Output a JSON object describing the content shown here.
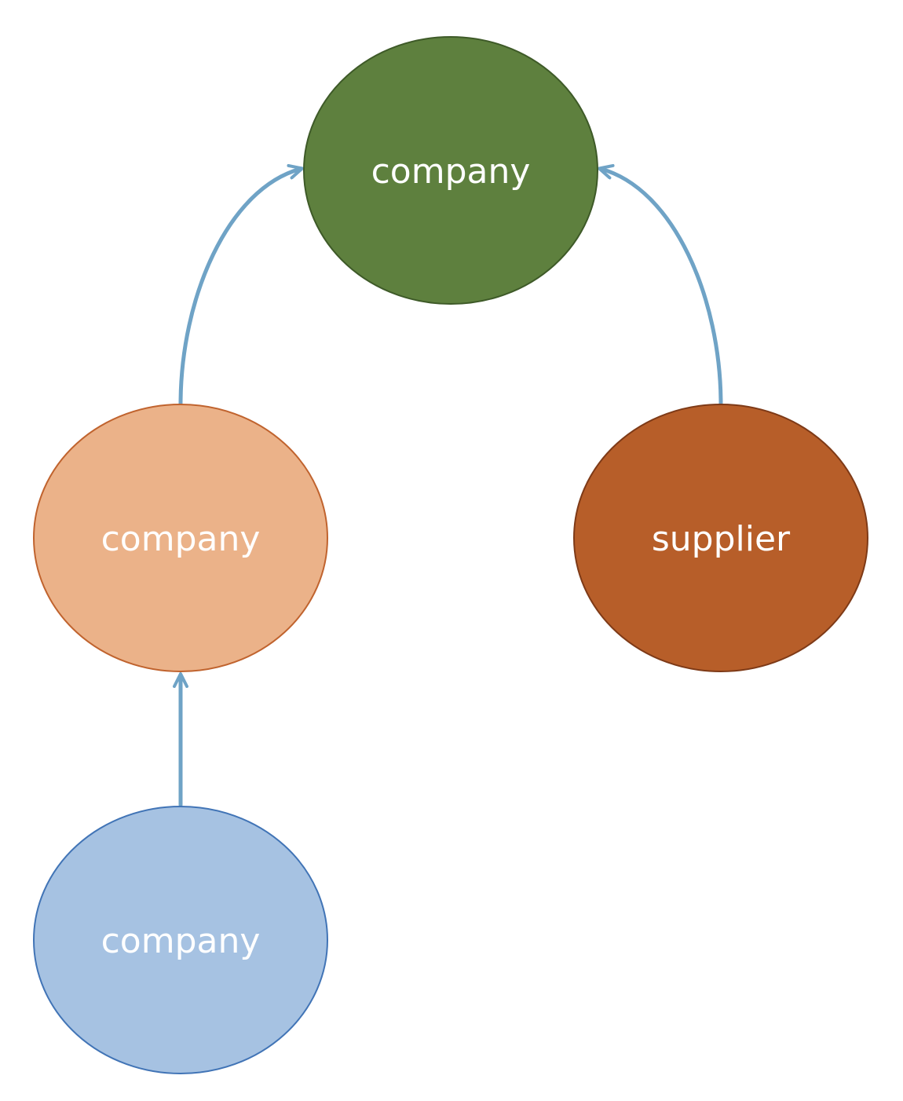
{
  "nodes": [
    {
      "id": "top",
      "label": "company",
      "fill": "#5e803e",
      "stroke": "#3e5a28"
    },
    {
      "id": "left",
      "label": "company",
      "fill": "#ebb289",
      "stroke": "#c0632e"
    },
    {
      "id": "right",
      "label": "supplier",
      "fill": "#b75e29",
      "stroke": "#7e3a17"
    },
    {
      "id": "bottom",
      "label": "company",
      "fill": "#a6c2e2",
      "stroke": "#4174b6"
    }
  ],
  "edges": [
    {
      "from": "left",
      "to": "top"
    },
    {
      "from": "right",
      "to": "top"
    },
    {
      "from": "bottom",
      "to": "left"
    }
  ],
  "edge_color": "#6fa3c6"
}
